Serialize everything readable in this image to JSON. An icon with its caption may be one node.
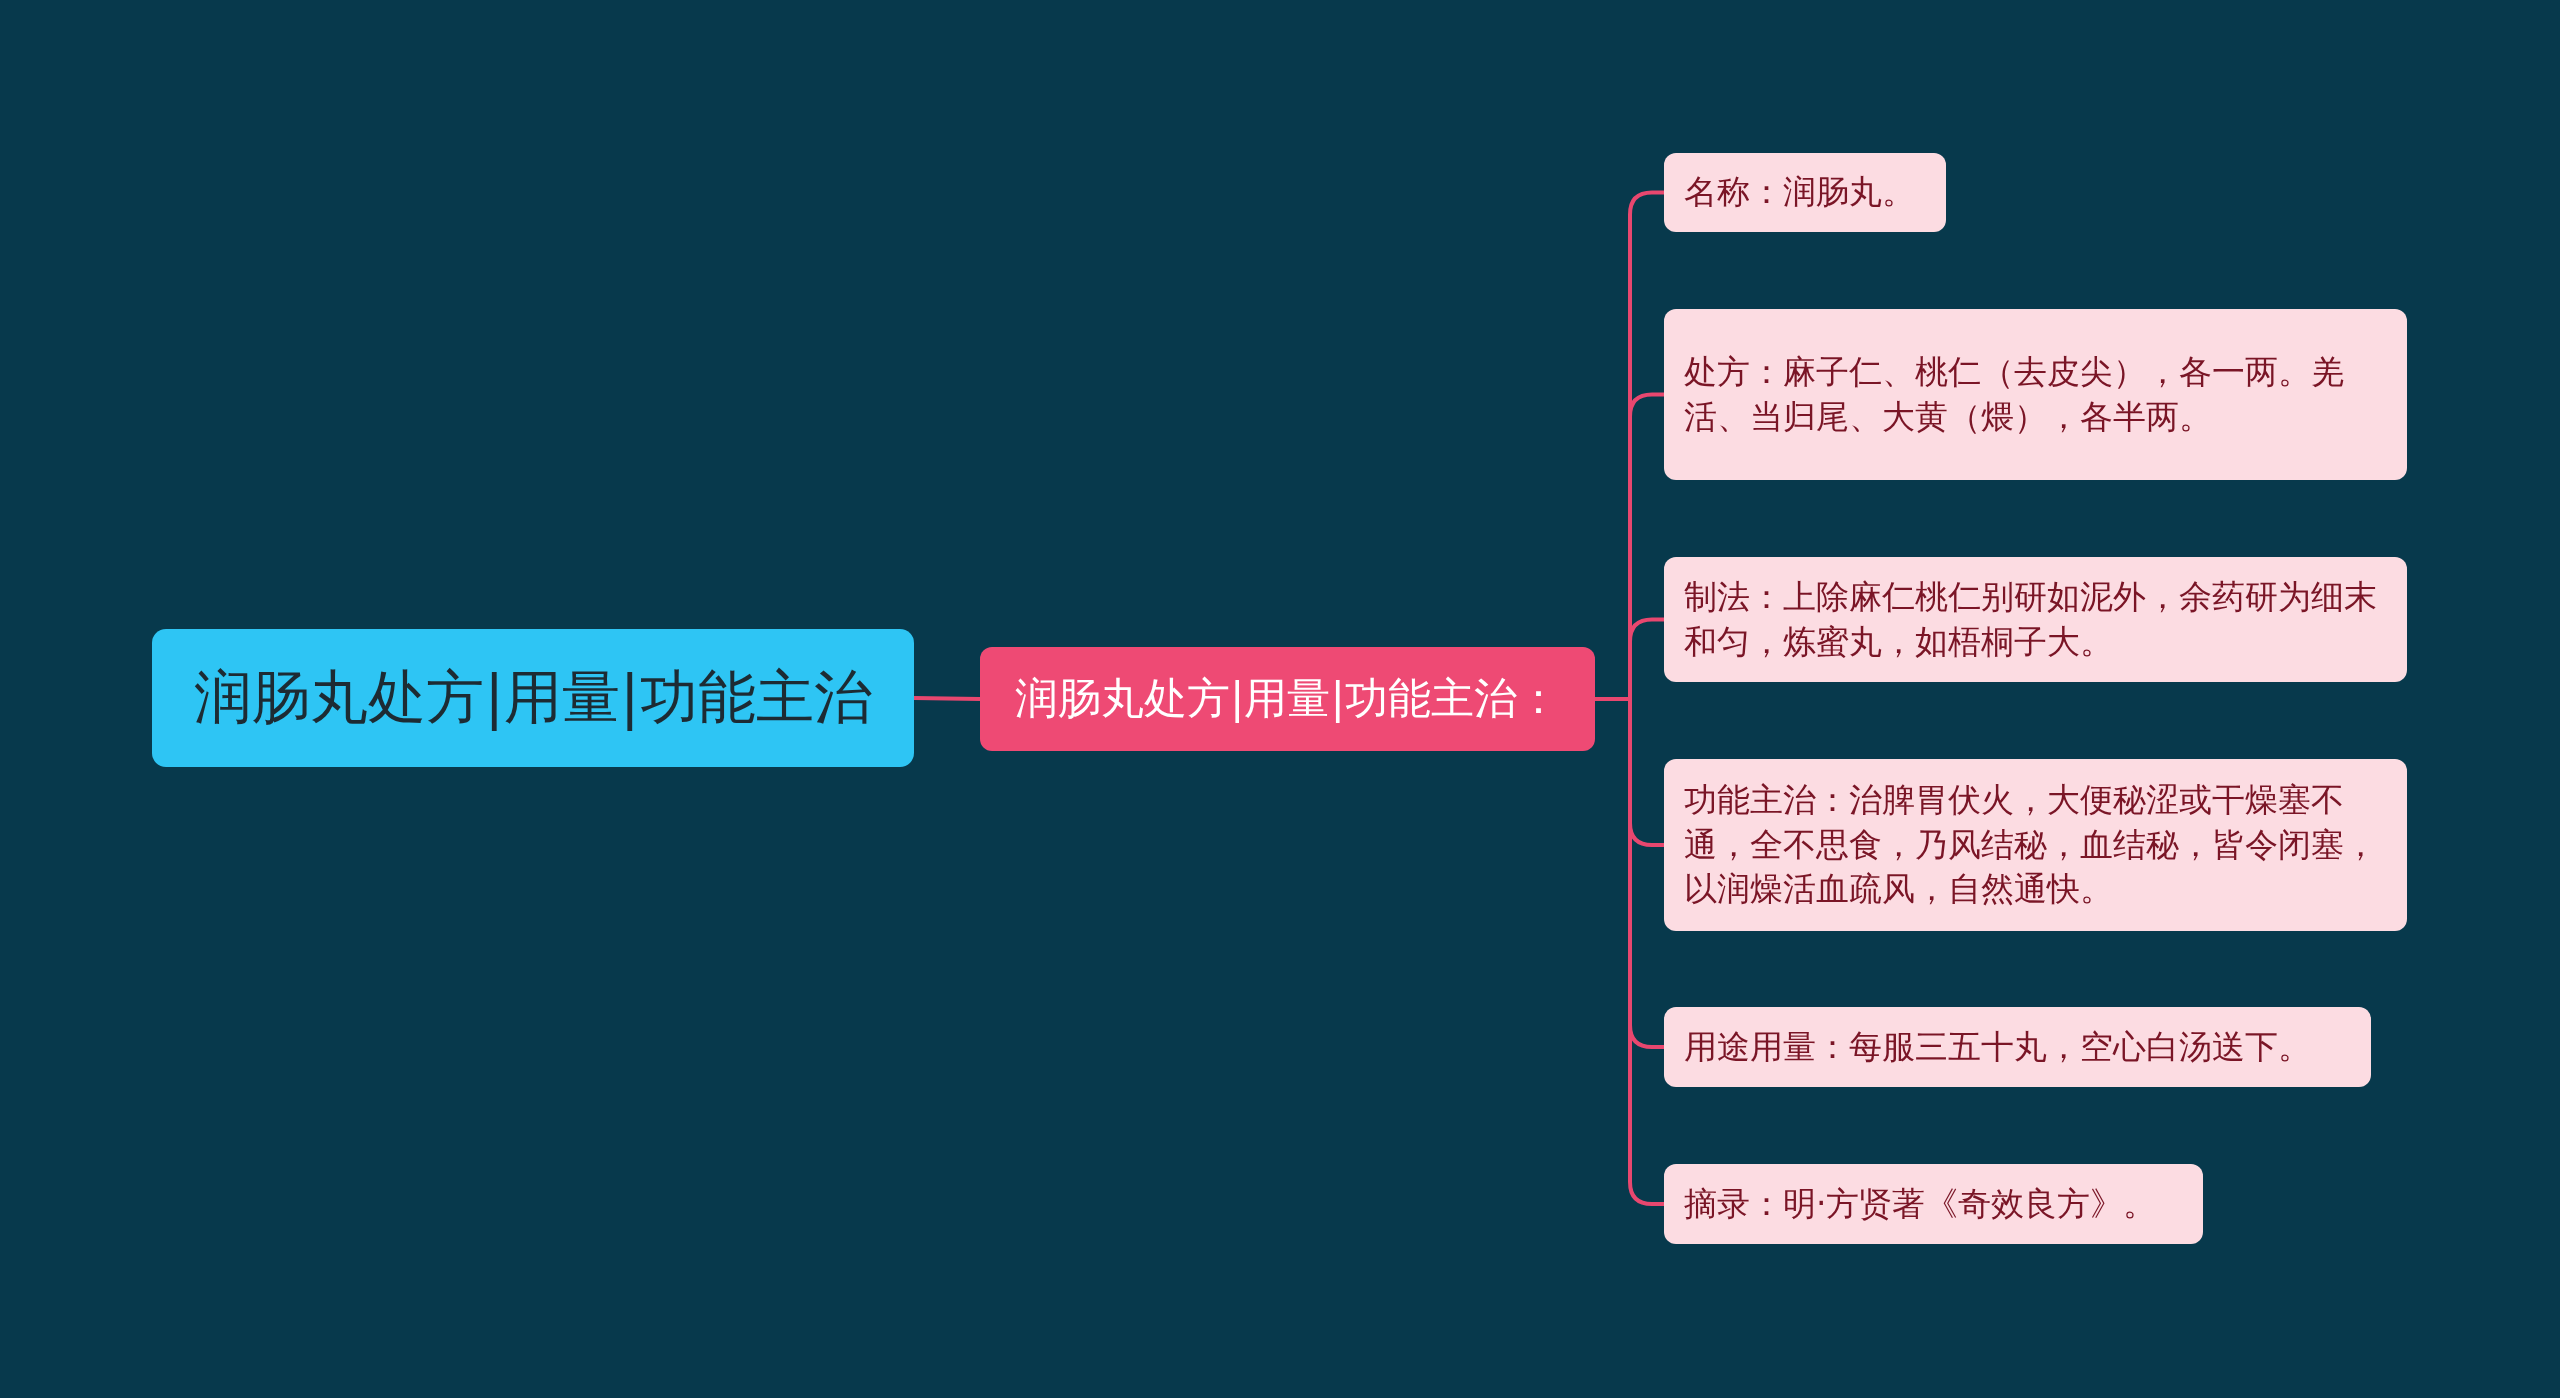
{
  "diagram": {
    "nodes": [
      {
        "text": [
          "润肠丸处方|用量|功能主治"
        ]
      },
      {
        "text": [
          "润肠丸处方|用量|功能主治："
        ]
      },
      {
        "text": [
          "名称：润肠丸。"
        ]
      },
      {
        "text": [
          "处方：麻子仁、桃仁（去皮尖），各一两。羌活、当归尾、大黄（煨），各半两。"
        ]
      },
      {
        "text": [
          "制法：上除麻仁桃仁别研如泥外，余药研为细末和匀，炼蜜丸，如梧桐子大。"
        ]
      },
      {
        "text": [
          "功能主治：治脾胃伏火，大便秘涩或干燥塞不通，全不思食，乃风结秘，血结秘，皆令闭塞，以润燥活血疏风，自然通快。"
        ]
      },
      {
        "text": [
          "用途用量：每服三五十丸，空心白汤送下。"
        ]
      },
      {
        "text": [
          "摘录：明·方贤著《奇效良方》。"
        ]
      }
    ],
    "edges": [
      {
        "from": 0,
        "to": 1,
        "arrow": "none"
      },
      {
        "from": 1,
        "to": 2,
        "arrow": "none"
      },
      {
        "from": 1,
        "to": 3,
        "arrow": "none"
      },
      {
        "from": 1,
        "to": 4,
        "arrow": "none"
      },
      {
        "from": 1,
        "to": 5,
        "arrow": "none"
      },
      {
        "from": 1,
        "to": 6,
        "arrow": "none"
      },
      {
        "from": 1,
        "to": 7,
        "arrow": "none"
      }
    ]
  }
}
